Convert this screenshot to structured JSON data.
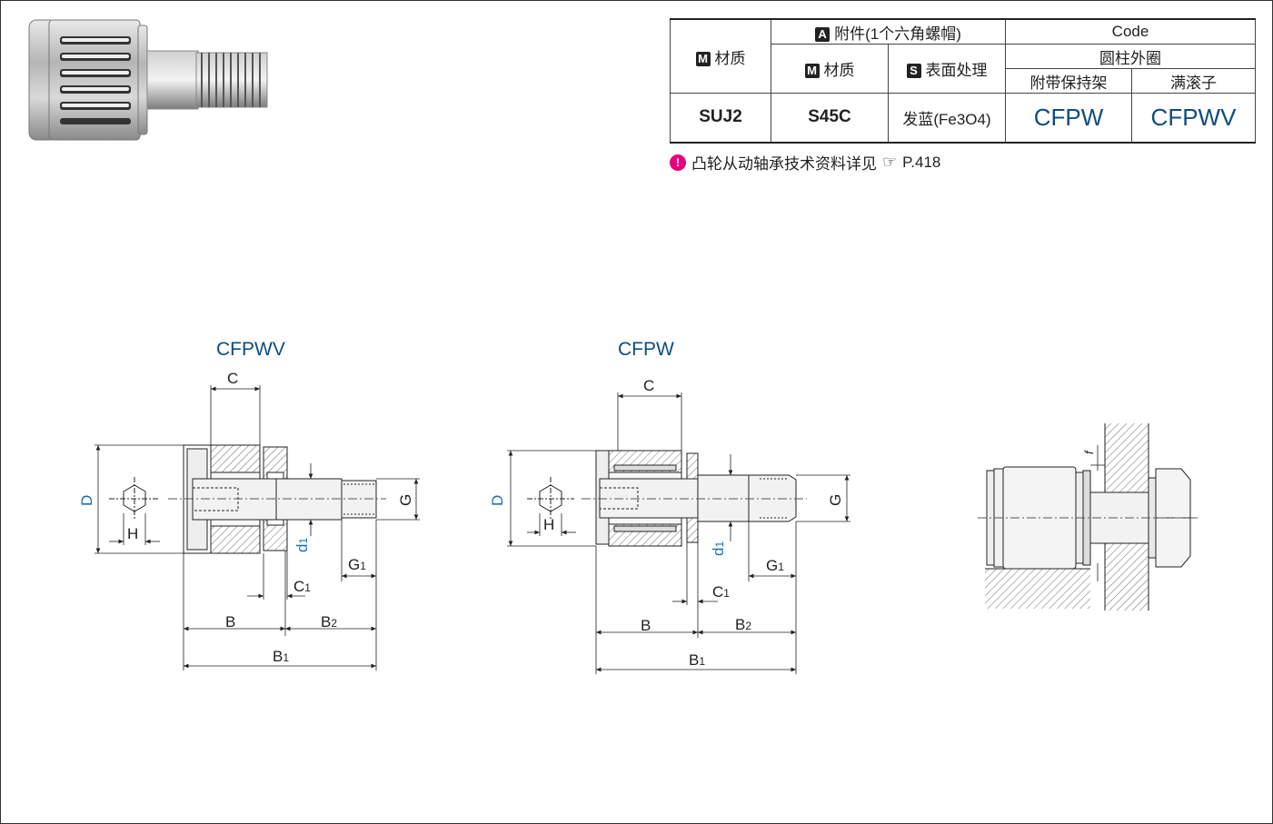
{
  "table": {
    "col1_header": "材质",
    "attachment_header": "附件(1个六角螺帽)",
    "attachment_material": "材质",
    "surface_header": "表面处理",
    "code_header": "Code",
    "outer_ring_header": "圆柱外圈",
    "with_cage": "附带保持架",
    "full_roller": "满滚子",
    "row": {
      "material": "SUJ2",
      "nut_material": "S45C",
      "surface": "发蓝(Fe3O4)",
      "code_cage": "CFPW",
      "code_full": "CFPWV"
    },
    "badge_m": "M",
    "badge_a": "A",
    "badge_s": "S"
  },
  "note": {
    "text": "凸轮从动轴承技术资料详见",
    "page_ref": "P.418"
  },
  "drawings": {
    "left_title": "CFPWV",
    "middle_title": "CFPW",
    "dims": {
      "C": "C",
      "D": "D",
      "H": "H",
      "G": "G",
      "d1": "d1",
      "G1": "G1",
      "C1": "C1",
      "B": "B",
      "B2": "B2",
      "B1": "B1",
      "f": "f"
    }
  },
  "colors": {
    "accent_blue": "#0f4c81",
    "note_pin": "#e6007e"
  }
}
